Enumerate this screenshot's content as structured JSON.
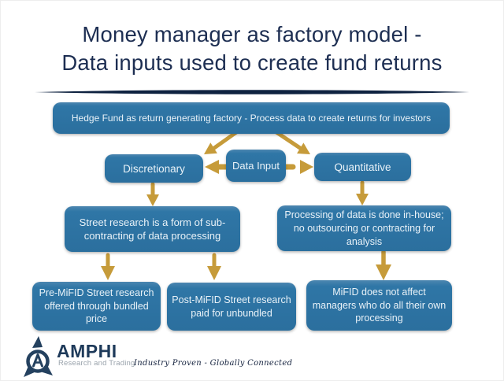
{
  "slide": {
    "title_line1": "Money manager as factory model -",
    "title_line2": "Data inputs used to create fund returns"
  },
  "nodes": {
    "hedge_fund": "Hedge Fund as return generating factory - Process data to create returns for investors",
    "discretionary": "Discretionary",
    "data_input": "Data Input",
    "quantitative": "Quantitative",
    "street_research": "Street research is a form of sub-contracting of data processing",
    "in_house": "Processing of data is done in-house; no outsourcing or contracting for analysis",
    "pre_mifid": "Pre-MiFID Street research offered through bundled price",
    "post_mifid": "Post-MiFID Street research paid for unbundled",
    "mifid_unaffected": "MiFID does not affect managers who do all their own processing"
  },
  "edges": [
    {
      "from": "hedge_fund",
      "to": "discretionary"
    },
    {
      "from": "hedge_fund",
      "to": "quantitative"
    },
    {
      "from": "data_input",
      "to": "discretionary"
    },
    {
      "from": "data_input",
      "to": "quantitative"
    },
    {
      "from": "discretionary",
      "to": "street_research"
    },
    {
      "from": "quantitative",
      "to": "in_house"
    },
    {
      "from": "street_research",
      "to": "pre_mifid"
    },
    {
      "from": "street_research",
      "to": "post_mifid"
    },
    {
      "from": "in_house",
      "to": "mifid_unaffected"
    }
  ],
  "colors": {
    "node_blue": "#2e74a4",
    "arrow_gold": "#c49733",
    "title_navy": "#1d2e52",
    "logo_navy": "#24415f",
    "logo_gray": "#9aa3ac"
  },
  "footer": {
    "brand": "AMPHI",
    "brand_subtitle": "Research and Trading",
    "slogan": "Industry Proven - Globally Connected"
  }
}
